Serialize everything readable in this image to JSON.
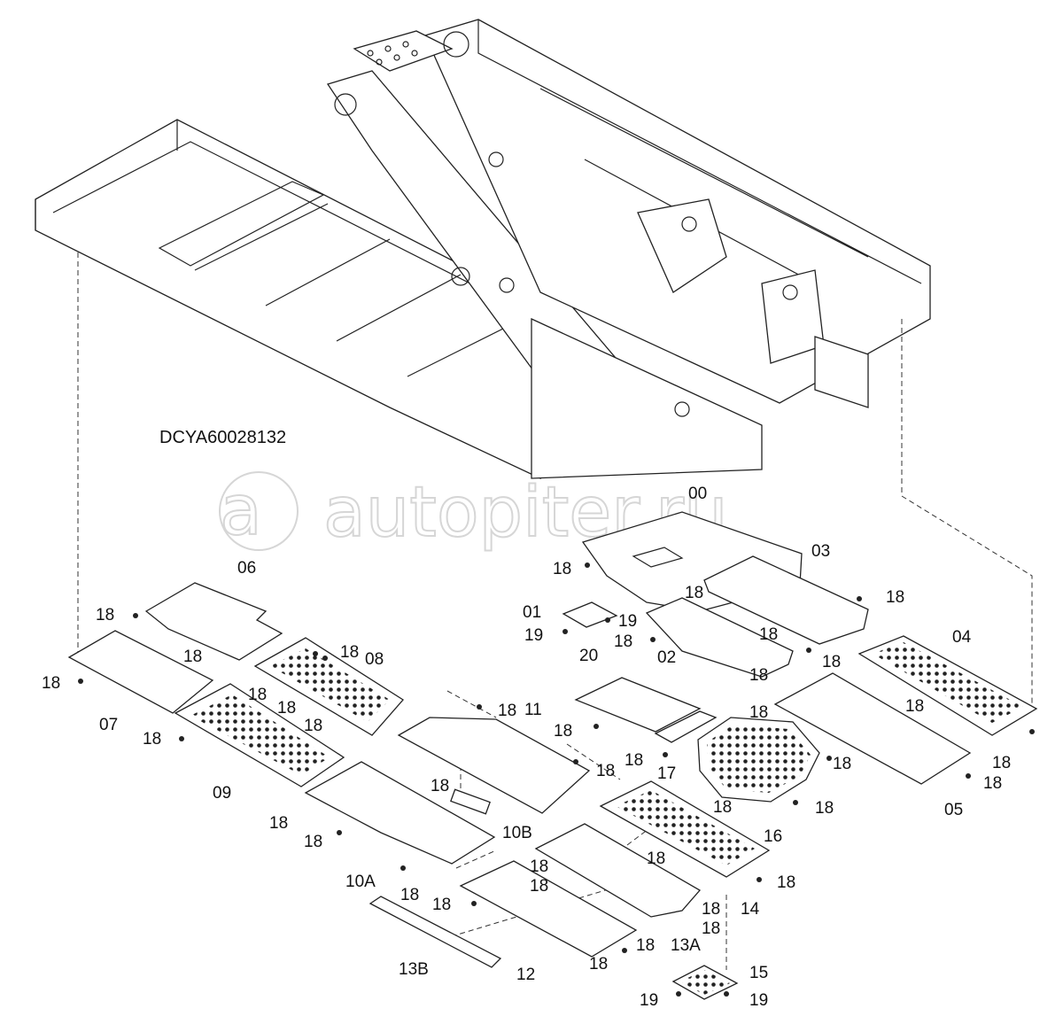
{
  "drawing_code": "DCYA60028132",
  "watermark": "autopiter.ru",
  "part_labels": {
    "p00": "00",
    "p01": "01",
    "p02": "02",
    "p03": "03",
    "p04": "04",
    "p05": "05",
    "p06": "06",
    "p07": "07",
    "p08": "08",
    "p09": "09",
    "p10A": "10A",
    "p10B": "10B",
    "p11": "11",
    "p12": "12",
    "p13A": "13A",
    "p13B": "13B",
    "p14": "14",
    "p15": "15",
    "p16": "16",
    "p17": "17",
    "p18": "18",
    "p19": "19",
    "p20": "20"
  },
  "colors": {
    "line": "#222222",
    "watermark": "#d6d6d6",
    "background": "#ffffff"
  }
}
